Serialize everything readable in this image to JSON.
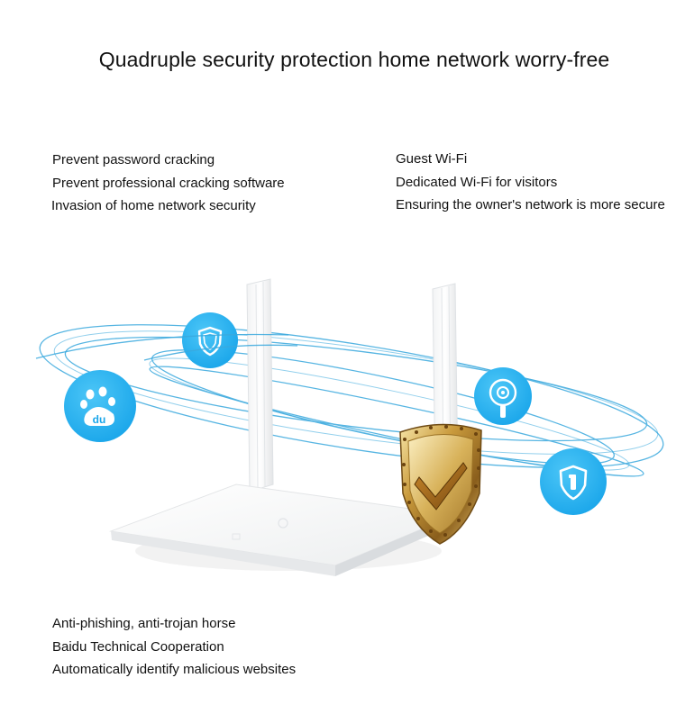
{
  "headline": "Quadruple security protection home network worry-free",
  "features": {
    "password": {
      "lines": [
        "Prevent password cracking",
        "Prevent professional cracking software",
        "Invasion of home network security"
      ]
    },
    "guest": {
      "lines": [
        "Guest Wi-Fi",
        "Dedicated Wi-Fi for visitors",
        "Ensuring the owner's network is more secure"
      ]
    },
    "phishing": {
      "lines": [
        "Anti-phishing, anti-trojan horse",
        "Baidu Technical Cooperation",
        "Automatically identify malicious websites"
      ]
    }
  },
  "badges": {
    "baidu_text": "du"
  },
  "colors": {
    "accent_blue": "#29b4f2",
    "orbit_blue": "#3aa9de",
    "gold": "#c9a44a",
    "router_white": "#f4f5f6"
  },
  "icons": [
    "shield-icon",
    "baidu-paw-icon",
    "guest-wifi-icon",
    "security-shield-icon",
    "gold-shield-check-icon"
  ]
}
